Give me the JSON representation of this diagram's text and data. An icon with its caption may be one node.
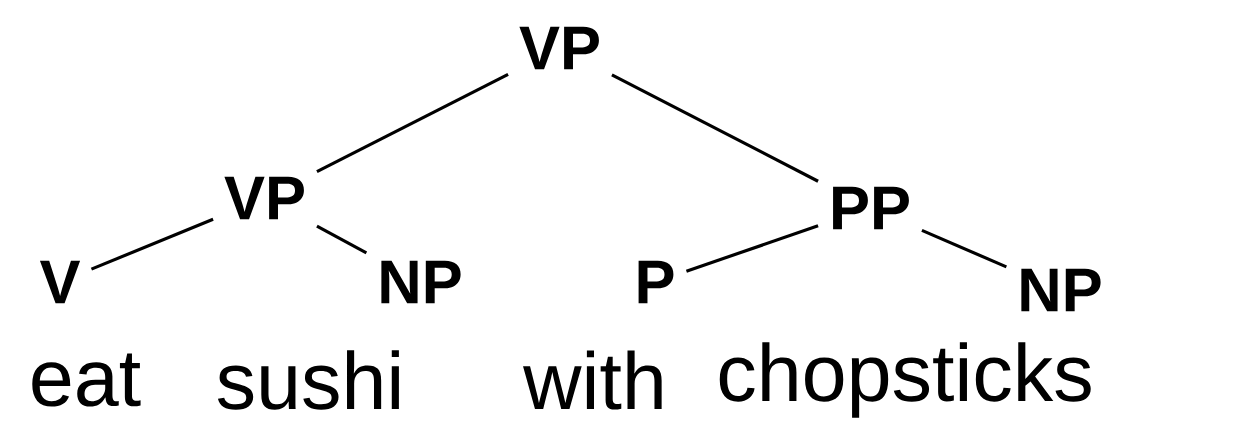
{
  "diagram": {
    "nodes": [
      {
        "text": [
          "VP"
        ]
      },
      {
        "text": [
          "VP"
        ]
      },
      {
        "text": [
          "PP"
        ]
      },
      {
        "text": [
          "V"
        ]
      },
      {
        "text": [
          "NP"
        ]
      },
      {
        "text": [
          "P"
        ]
      },
      {
        "text": [
          "NP"
        ]
      }
    ],
    "edges": [
      {
        "from": 0,
        "to": 1,
        "arrow": "none"
      },
      {
        "from": 0,
        "to": 2,
        "arrow": "none"
      },
      {
        "from": 1,
        "to": 3,
        "arrow": "none"
      },
      {
        "from": 1,
        "to": 4,
        "arrow": "none"
      },
      {
        "from": 2,
        "to": 5,
        "arrow": "none"
      },
      {
        "from": 2,
        "to": 6,
        "arrow": "none"
      }
    ],
    "labels": [
      "eat",
      "sushi",
      "with",
      "chopsticks"
    ]
  }
}
